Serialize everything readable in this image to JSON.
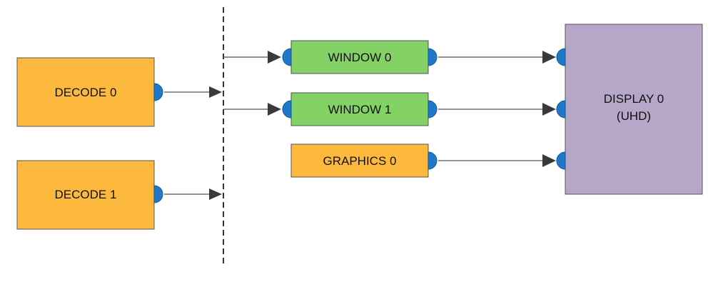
{
  "nodes": {
    "decode_0": {
      "label": "DECODE 0",
      "fill": "#FDB83E"
    },
    "decode_1": {
      "label": "DECODE 1",
      "fill": "#FDB83E"
    },
    "window_0": {
      "label": "WINDOW 0",
      "fill": "#84D166"
    },
    "window_1": {
      "label": "WINDOW 1",
      "fill": "#84D166"
    },
    "graphics_0": {
      "label": "GRAPHICS 0",
      "fill": "#FDB83E"
    },
    "display_0": {
      "label_line1": "DISPLAY 0",
      "label_line2": "(UHD)",
      "fill": "#B6A7C9"
    }
  },
  "colors": {
    "port": "#1F78C8",
    "arrow": "#3A3A3A",
    "stroke": "#555555",
    "bus": "#333333"
  },
  "connections": [
    {
      "from": "decode_0",
      "to": "bus"
    },
    {
      "from": "decode_1",
      "to": "bus"
    },
    {
      "from": "bus",
      "to": "window_0"
    },
    {
      "from": "bus",
      "to": "window_1"
    },
    {
      "from": "window_0",
      "to": "display_0"
    },
    {
      "from": "window_1",
      "to": "display_0"
    },
    {
      "from": "graphics_0",
      "to": "display_0"
    }
  ]
}
